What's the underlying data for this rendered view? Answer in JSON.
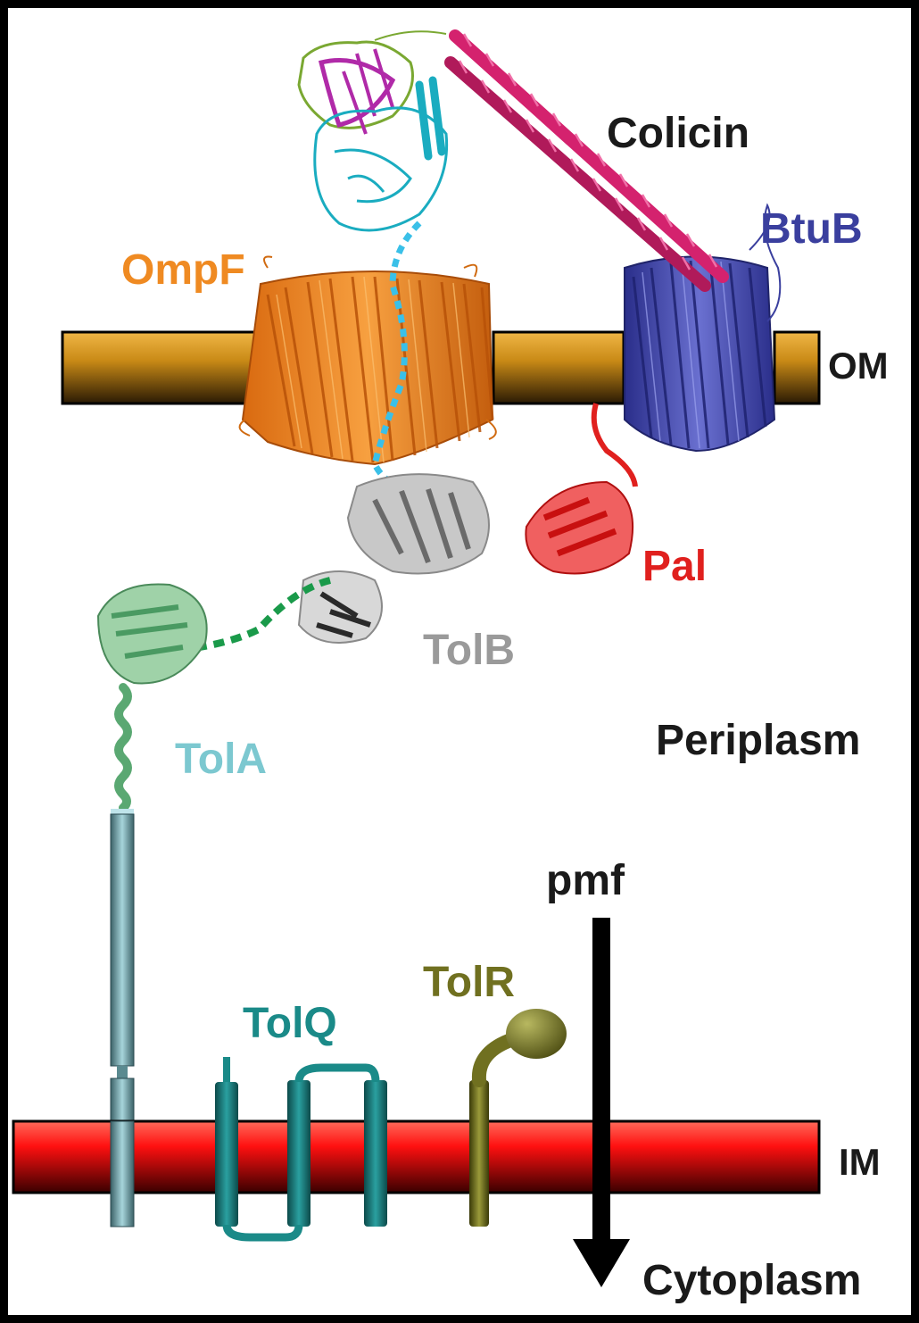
{
  "labels": {
    "colicin": "Colicin",
    "btub": "BtuB",
    "ompf": "OmpF",
    "om": "OM",
    "pal": "Pal",
    "tolb": "TolB",
    "periplasm": "Periplasm",
    "tola": "TolA",
    "pmf": "pmf",
    "tolr": "TolR",
    "tolq": "TolQ",
    "im": "IM",
    "cytoplasm": "Cytoplasm"
  },
  "colors": {
    "colicin": "#1a1a1a",
    "btub": "#3a3f9e",
    "ompf": "#ef8a22",
    "om_membrane": "#d69a22",
    "im_membrane": "#e01414",
    "pal": "#e0201e",
    "tolb": "#9a9a9a",
    "tola": "#7cc8d0",
    "tola_helix": "#5aa872",
    "tolr": "#707020",
    "tolq": "#1a8a88",
    "colicin_helix": "#d4226e",
    "colicin_cyan": "#1aacc0",
    "colicin_magenta": "#b02aa8",
    "colicin_green": "#7aa832",
    "text_dark": "#1a1a1a"
  }
}
